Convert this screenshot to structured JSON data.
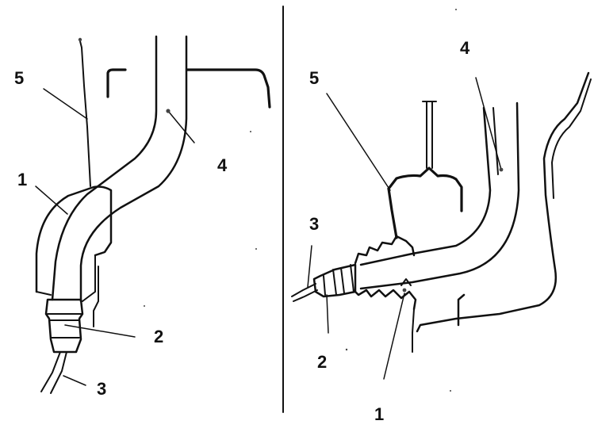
{
  "colors": {
    "ink": "#111111",
    "background": "#ffffff"
  },
  "left_panel": {
    "labels": {
      "l1": "1",
      "l2": "2",
      "l3": "3",
      "l4": "4",
      "l5": "5"
    }
  },
  "right_panel": {
    "labels": {
      "l1": "1",
      "l2": "2",
      "l3": "3",
      "l4": "4",
      "l5": "5"
    }
  }
}
